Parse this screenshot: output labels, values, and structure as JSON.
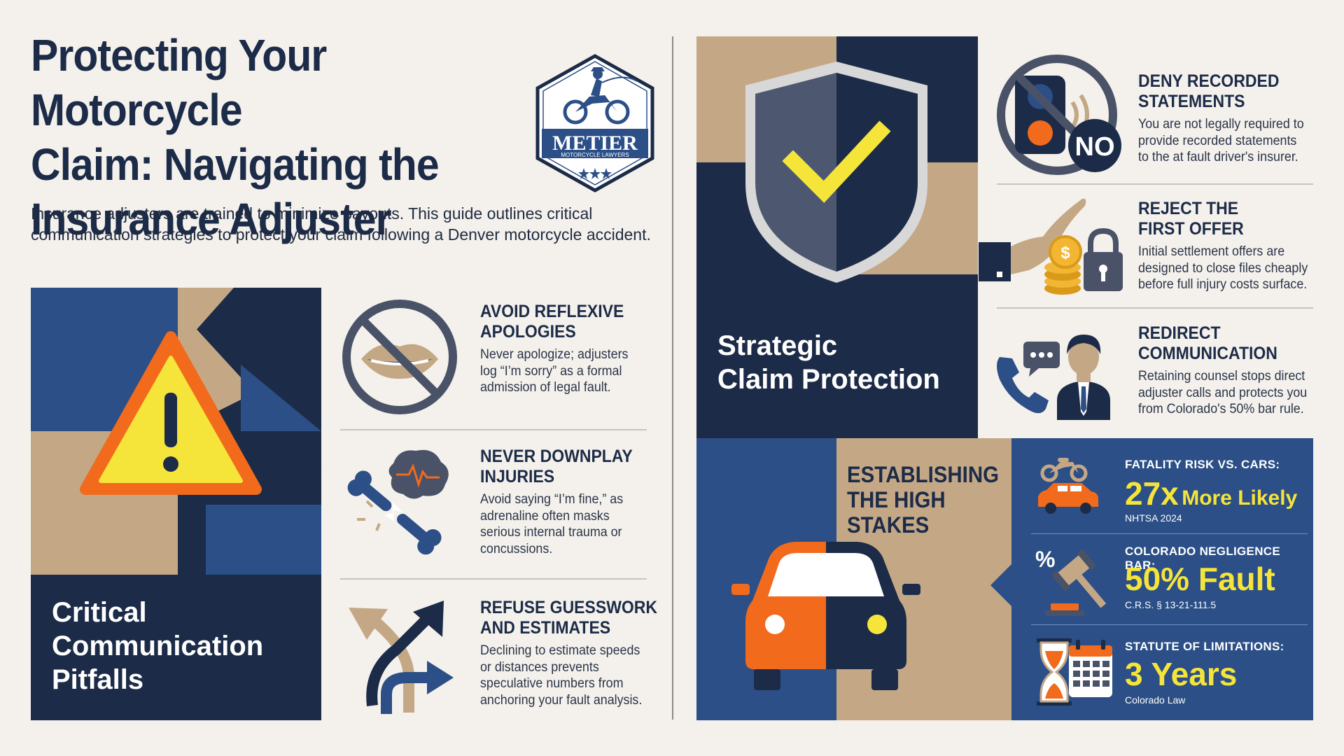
{
  "header": {
    "title_lines": [
      "Protecting Your Motorcycle",
      "Claim: Navigating the",
      "Insurance Adjuster"
    ],
    "intro_lines": [
      "Insurance adjusters are trained to minimize payouts. This guide outlines critical",
      "communication strategies to protect your claim following a Denver motorcycle accident."
    ]
  },
  "logo": {
    "name": "METIER",
    "tagline": "MOTORCYCLE LAWYERS",
    "icon": "motorcycle-rider-badge-icon"
  },
  "left_panel": {
    "caption_lines": [
      "Critical",
      "Communication",
      "Pitfalls"
    ],
    "icon": "warning-triangle-icon"
  },
  "pitfalls": [
    {
      "icon": "no-lips-icon",
      "heading_lines": [
        "AVOID REFLEXIVE",
        "APOLOGIES"
      ],
      "body_lines": [
        "Never apologize; adjusters",
        "log “I’m sorry” as a formal",
        "admission of legal fault."
      ]
    },
    {
      "icon": "broken-bone-brain-icon",
      "heading_lines": [
        "NEVER DOWNPLAY",
        "INJURIES"
      ],
      "body_lines": [
        "Avoid saying “I’m fine,” as",
        "adrenaline often masks",
        "serious internal trauma or",
        "concussions."
      ]
    },
    {
      "icon": "diverging-arrows-icon",
      "heading_lines": [
        "REFUSE GUESSWORK",
        "AND ESTIMATES"
      ],
      "body_lines": [
        "Declining to estimate speeds",
        "or distances prevents",
        "speculative numbers from",
        "anchoring your fault analysis."
      ]
    }
  ],
  "right_panel": {
    "caption_lines": [
      "Strategic",
      "Claim Protection"
    ],
    "icon": "shield-check-icon"
  },
  "protections": [
    {
      "icon": "no-recording-icon",
      "badge": "NO",
      "heading_lines": [
        "DENY RECORDED",
        "STATEMENTS"
      ],
      "body_lines": [
        "You are not legally required to",
        "provide recorded statements",
        "to the at fault driver's insurer."
      ]
    },
    {
      "icon": "hand-coins-lock-icon",
      "heading_lines": [
        "REJECT THE",
        "FIRST OFFER"
      ],
      "body_lines": [
        "Initial settlement offers are",
        "designed to close files cheaply",
        "before full injury costs surface."
      ]
    },
    {
      "icon": "phone-lawyer-icon",
      "heading_lines": [
        "REDIRECT",
        "COMMUNICATION"
      ],
      "body_lines": [
        "Retaining counsel stops direct",
        "adjuster calls and protects you",
        "from Colorado's 50% bar rule."
      ]
    }
  ],
  "stakes": {
    "title_lines": [
      "ESTABLISHING",
      "THE HIGH",
      "STAKES"
    ],
    "icon": "car-front-icon",
    "stats": [
      {
        "icon": "motorcycle-car-icon",
        "label": "FATALITY RISK VS. CARS:",
        "value": "27x",
        "value_suffix": "More Likely",
        "source": "NHTSA 2024"
      },
      {
        "icon": "gavel-percent-icon",
        "label": "COLORADO NEGLIGENCE BAR:",
        "value": "50% Fault",
        "value_suffix": "",
        "source": "C.R.S. § 13-21-111.5"
      },
      {
        "icon": "hourglass-calendar-icon",
        "label": "STATUTE OF LIMITATIONS:",
        "value": "3 Years",
        "value_suffix": "",
        "source": "Colorado Law"
      }
    ]
  },
  "colors": {
    "navy": "#1c2b47",
    "blue": "#2b4f86",
    "tan": "#c4a886",
    "yellow": "#f5e43a",
    "orange": "#f26a1b",
    "background": "#f4f1ec"
  }
}
